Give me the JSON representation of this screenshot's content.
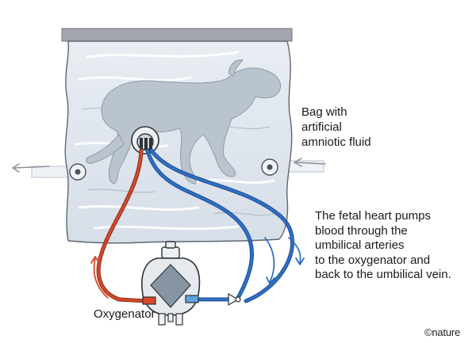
{
  "labels": {
    "bag": [
      "Bag with",
      "artificial",
      "amniotic fluid"
    ],
    "note": [
      "The fetal heart pumps",
      "blood through the",
      "umbilical arteries",
      "to the oxygenator and",
      "back to the umbilical vein."
    ],
    "oxygenator": "Oxygenator",
    "credit": "©nature"
  },
  "colors": {
    "artery": "#d44a2a",
    "vein": "#2f6fc4",
    "bag_fill": "#dfe6ee",
    "lamb": "#b9c4cf",
    "rail": "#9a9ea4"
  },
  "icons": {
    "flow_arrow": "arrow-icon"
  }
}
